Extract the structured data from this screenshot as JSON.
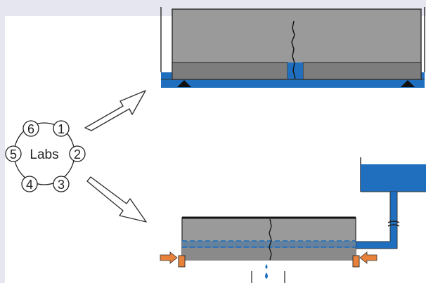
{
  "hub": {
    "center_label": "Labs",
    "nodes": [
      "6",
      "1",
      "2",
      "3",
      "4",
      "5"
    ]
  },
  "colors": {
    "background": "#e5e6ef",
    "panel": "#ffffff",
    "specimen_gray": "#9a9a9a",
    "specimen_dark": "#7a7a7a",
    "water_blue": "#1f6fbe",
    "orange_clamp": "#e8823a",
    "outline": "#222222"
  },
  "icons": {
    "arrow_up": "arrow-up-right-icon",
    "arrow_down": "arrow-down-right-icon",
    "crack": "crack-icon",
    "drop": "water-drop-icon",
    "support": "triangle-support-icon"
  }
}
